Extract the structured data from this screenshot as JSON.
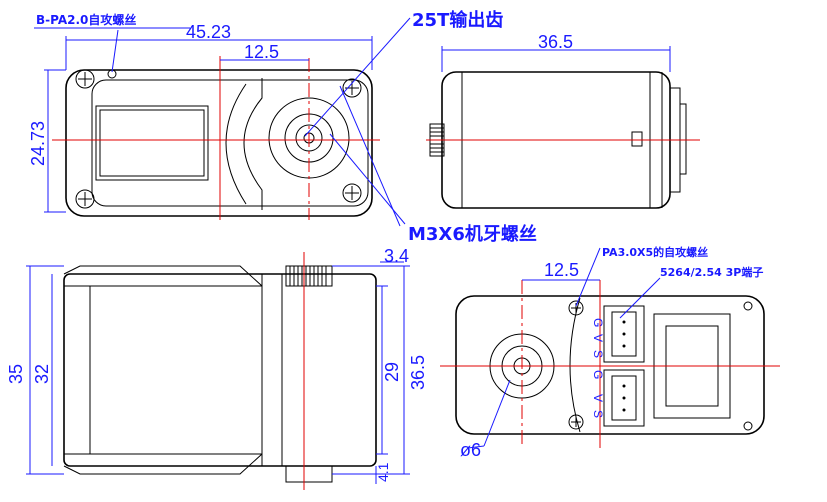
{
  "annotations": {
    "top_left_screw": "B-PA2.0自攻螺丝",
    "gear_teeth": "25T输出齿",
    "machine_screw": "M3X6机牙螺丝",
    "self_tap_screw": "PA3.0X5的自攻螺丝",
    "connector": "5264/2.54 3P端子"
  },
  "dimensions": {
    "top_width": "45.23",
    "top_offset": "12.5",
    "top_height": "24.73",
    "side_width": "36.5",
    "gear_height": "3.4",
    "front_h1": "35",
    "front_h2": "32",
    "front_h3": "29",
    "front_h4": "36.5",
    "front_bottom": "4.1",
    "bottom_offset": "12.5",
    "diameter": "ø6"
  },
  "pin_labels": [
    "G",
    "V",
    "S",
    "G",
    "V",
    "S"
  ]
}
